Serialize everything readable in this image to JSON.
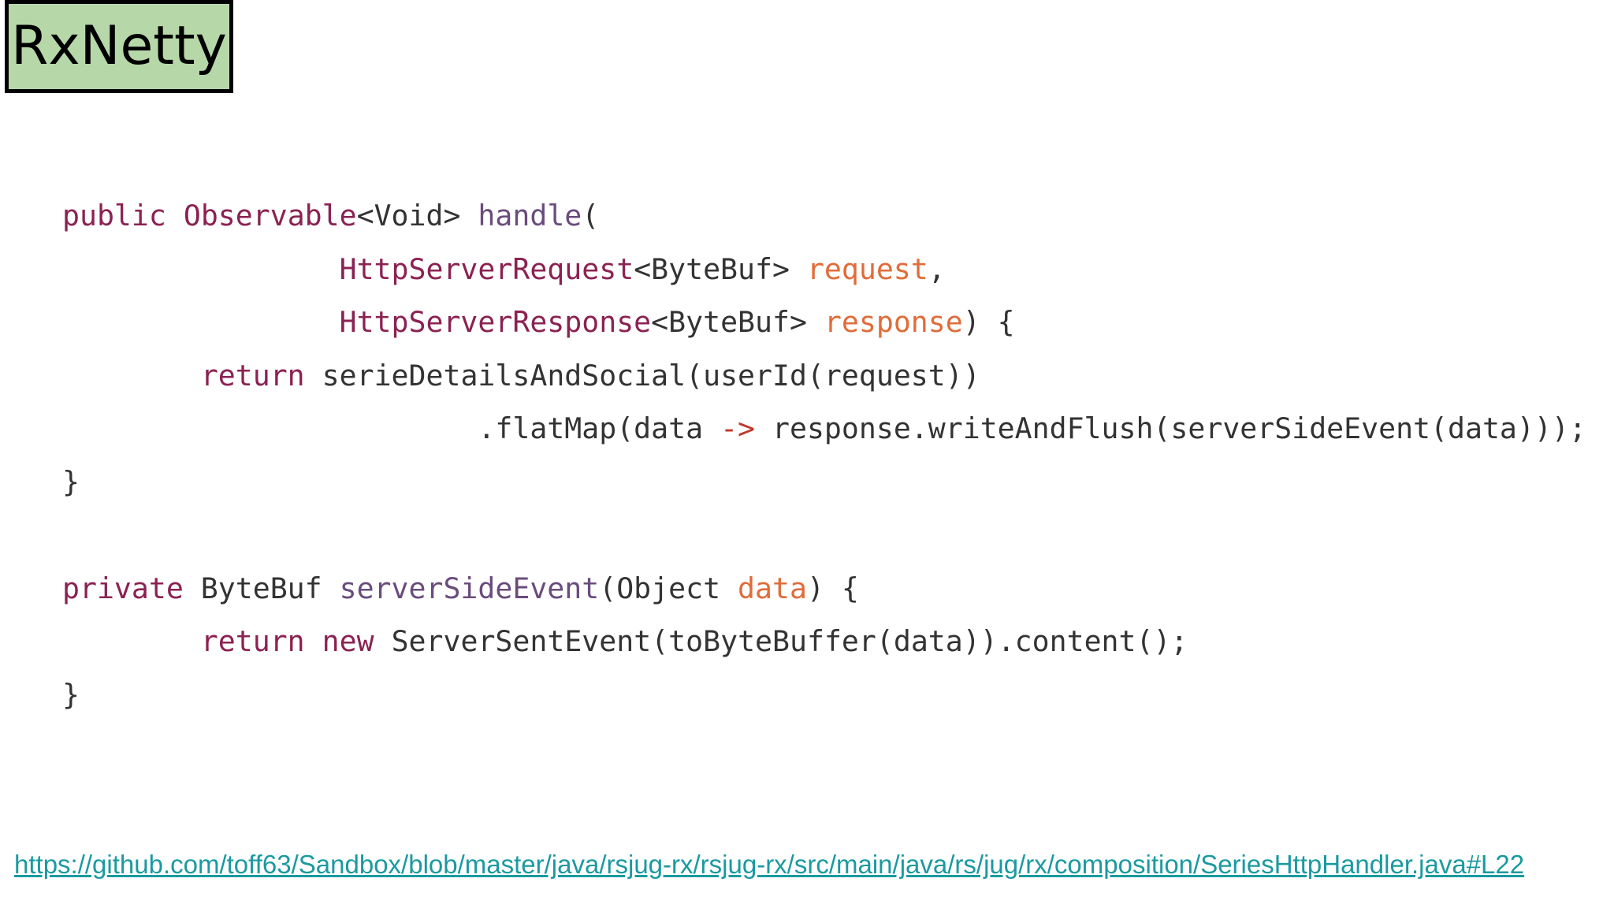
{
  "slide": {
    "title": "RxNetty",
    "colors": {
      "title_background": "#b6d7a8",
      "keyword": "#8b2252",
      "parameter": "#e06c3a",
      "plain": "#333333",
      "link": "#1a9aa0"
    },
    "code": {
      "lines": [
        [
          {
            "t": "public",
            "c": "kw"
          },
          {
            "t": " ",
            "c": "plain"
          },
          {
            "t": "Observable",
            "c": "type"
          },
          {
            "t": "<Void> ",
            "c": "plain"
          },
          {
            "t": "handle",
            "c": "method"
          },
          {
            "t": "(",
            "c": "plain"
          }
        ],
        [
          {
            "t": "                ",
            "c": "plain"
          },
          {
            "t": "HttpServerRequest",
            "c": "type"
          },
          {
            "t": "<ByteBuf> ",
            "c": "plain"
          },
          {
            "t": "request",
            "c": "param"
          },
          {
            "t": ",",
            "c": "plain"
          }
        ],
        [
          {
            "t": "                ",
            "c": "plain"
          },
          {
            "t": "HttpServerResponse",
            "c": "type"
          },
          {
            "t": "<ByteBuf> ",
            "c": "plain"
          },
          {
            "t": "response",
            "c": "param"
          },
          {
            "t": ") {",
            "c": "plain"
          }
        ],
        [
          {
            "t": "        ",
            "c": "plain"
          },
          {
            "t": "return",
            "c": "kw"
          },
          {
            "t": " serieDetailsAndSocial(userId(request))",
            "c": "plain"
          }
        ],
        [
          {
            "t": "                        ",
            "c": "plain"
          },
          {
            "t": ".flatMap(data ",
            "c": "plain"
          },
          {
            "t": "->",
            "c": "lambda"
          },
          {
            "t": " response.writeAndFlush(serverSideEvent(data)));",
            "c": "plain"
          }
        ],
        [
          {
            "t": "}",
            "c": "plain"
          }
        ],
        [
          {
            "t": "",
            "c": "plain"
          }
        ],
        [
          {
            "t": "private",
            "c": "kw"
          },
          {
            "t": " ByteBuf ",
            "c": "plain"
          },
          {
            "t": "serverSideEvent",
            "c": "method"
          },
          {
            "t": "(Object ",
            "c": "plain"
          },
          {
            "t": "data",
            "c": "param"
          },
          {
            "t": ") {",
            "c": "plain"
          }
        ],
        [
          {
            "t": "        ",
            "c": "plain"
          },
          {
            "t": "return",
            "c": "kw"
          },
          {
            "t": " ",
            "c": "plain"
          },
          {
            "t": "new",
            "c": "kw"
          },
          {
            "t": " ServerSentEvent(toByteBuffer(data)).content();",
            "c": "plain"
          }
        ],
        [
          {
            "t": "}",
            "c": "plain"
          }
        ]
      ]
    },
    "source_link": "https://github.com/toff63/Sandbox/blob/master/java/rsjug-rx/rsjug-rx/src/main/java/rs/jug/rx/composition/SeriesHttpHandler.java#L22"
  }
}
